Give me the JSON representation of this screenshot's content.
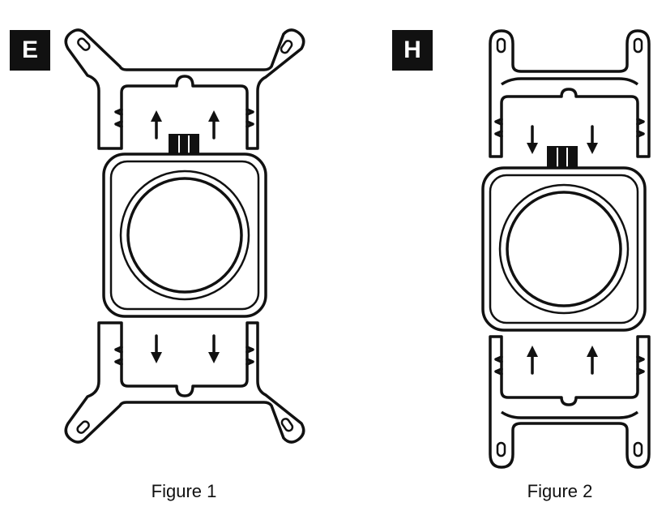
{
  "figures": [
    {
      "badge": "E",
      "caption": "Figure 1",
      "arrows": {
        "top": "up",
        "bottom": "down"
      }
    },
    {
      "badge": "H",
      "caption": "Figure 2",
      "arrows": {
        "top": "down",
        "bottom": "up"
      }
    }
  ],
  "colors": {
    "ink": "#111111",
    "background": "#ffffff"
  }
}
